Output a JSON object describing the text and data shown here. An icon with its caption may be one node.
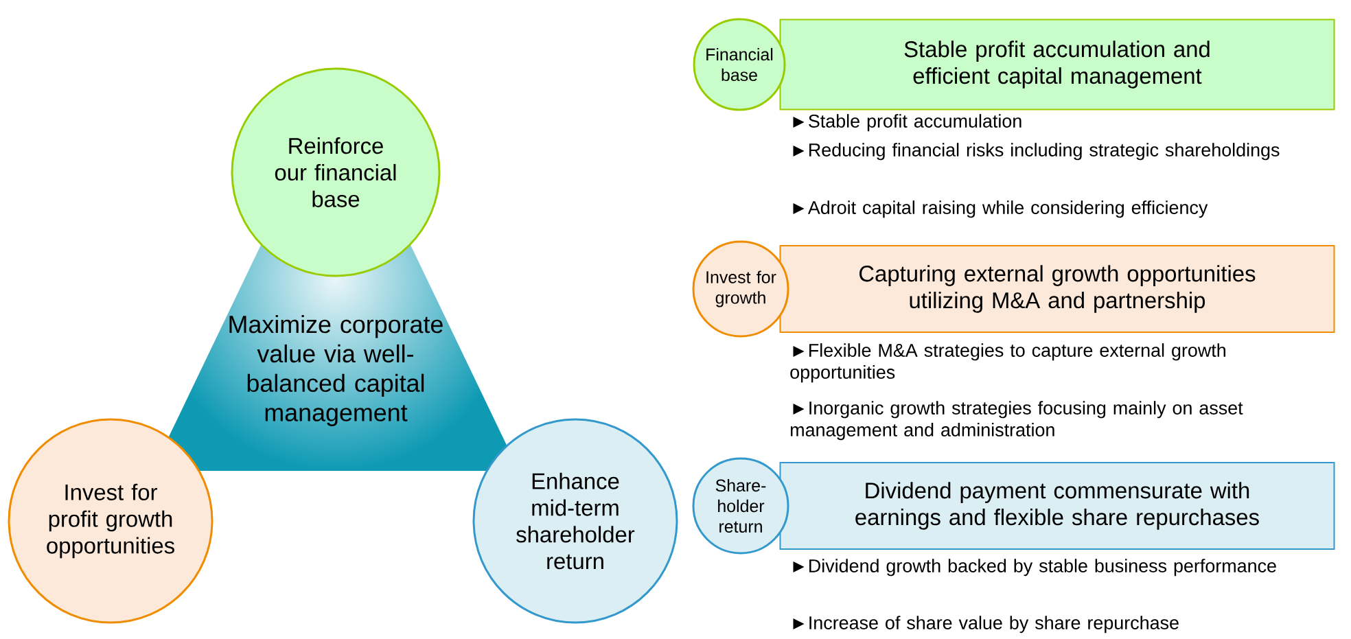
{
  "diagram": {
    "nodes": [
      {
        "text": [
          "Reinforce our financial base"
        ]
      },
      {
        "text": [
          "Maximize corporate value via well-balanced capital management"
        ]
      },
      {
        "text": [
          "Invest for profit growth opportunities"
        ]
      },
      {
        "text": [
          "Enhance mid-term shareholder return"
        ]
      },
      {
        "text": [
          "Financial base"
        ]
      },
      {
        "text": [
          "Stable profit accumulation and efficient capital management"
        ]
      },
      {
        "text": [
          "Invest for growth"
        ]
      },
      {
        "text": [
          "Capturing external growth opportunities utilizing M&A and partnership"
        ]
      },
      {
        "text": [
          "Share-holder return"
        ]
      },
      {
        "text": [
          "Dividend payment commensurate with earnings and flexible share repurchases"
        ]
      }
    ],
    "edges": [],
    "labels": [
      "►Stable profit accumulation",
      "►Reducing financial risks including strategic shareholdings",
      "►Adroit capital raising while considering efficiency",
      "►Flexible M&A strategies to capture external growth opportunities",
      "►Inorganic growth strategies focusing mainly on asset management and administration",
      "►Dividend growth backed by stable business performance",
      "►Increase of share value by share repurchase"
    ]
  }
}
